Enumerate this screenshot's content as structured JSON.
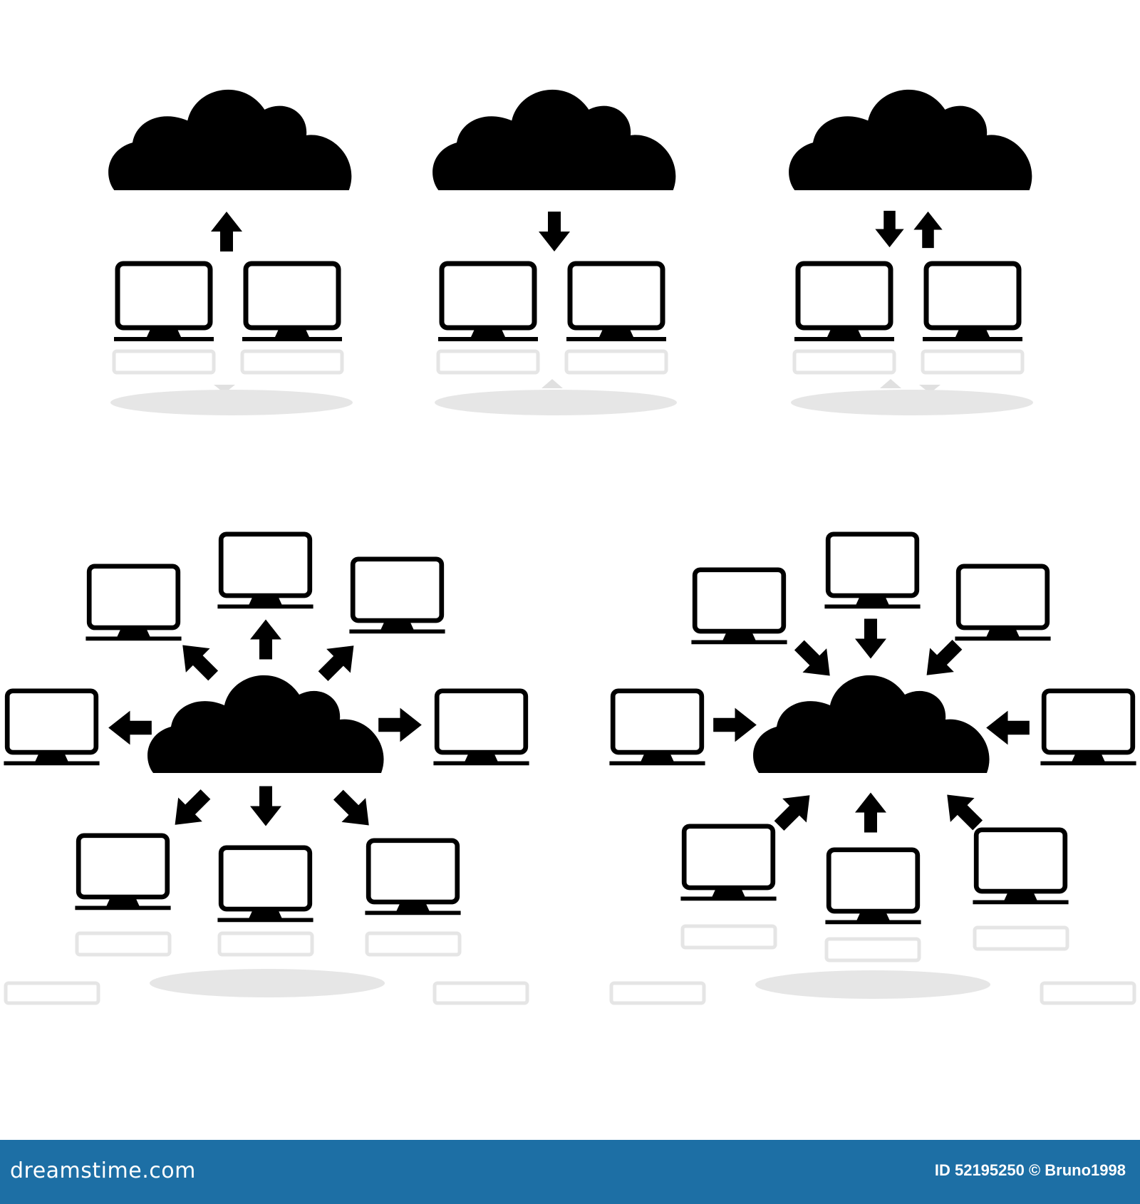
{
  "colors": {
    "ink": "#000000",
    "background": "#ffffff",
    "reflection": "#e6e6e6",
    "footer_bar": "#1d6fa5",
    "footer_text": "#ffffff"
  },
  "illustration": {
    "icons": [
      {
        "name": "upload-to-cloud-icon",
        "direction": "up"
      },
      {
        "name": "download-from-cloud-icon",
        "direction": "down"
      },
      {
        "name": "sync-with-cloud-icon",
        "direction": "both"
      },
      {
        "name": "cloud-distribution-icon",
        "direction": "outward"
      },
      {
        "name": "cloud-collection-icon",
        "direction": "inward"
      }
    ]
  },
  "footer": {
    "brand": "dreamstime.com",
    "credit": "ID 52195250 © Bruno1998"
  }
}
